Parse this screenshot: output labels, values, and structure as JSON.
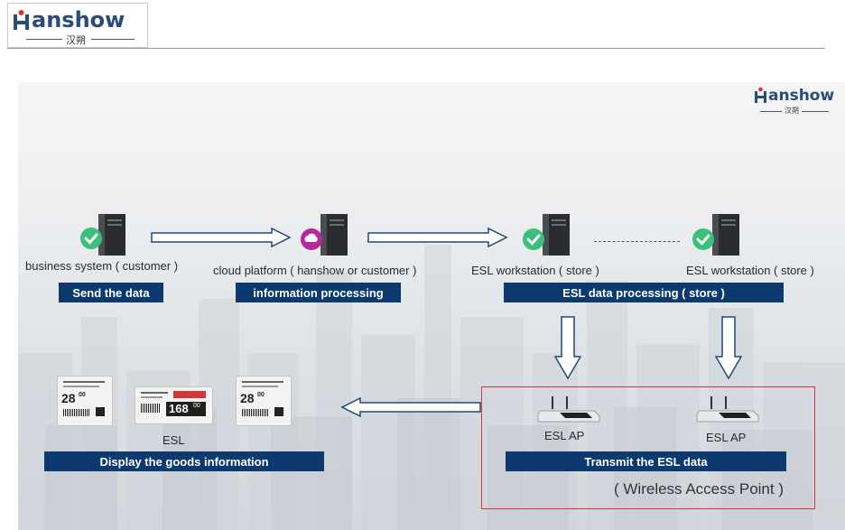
{
  "header": {
    "logo_word": "anshow",
    "logo_letter": "H",
    "logo_sub": "汉朔"
  },
  "slide": {
    "logo_word": "anshow",
    "logo_letter": "H",
    "logo_sub": "汉朔",
    "nodes": {
      "business": "business system ( customer )",
      "cloud": "cloud platform ( hanshow or customer )",
      "ws1": "ESL workstation ( store )",
      "ws2": "ESL workstation ( store )",
      "ap1": "ESL AP",
      "ap2": "ESL AP",
      "esl": "ESL"
    },
    "bars": {
      "send": "Send the data",
      "info": "information processing",
      "esl_proc": "ESL data processing ( store )",
      "display": "Display the goods information",
      "transmit": "Transmit the ESL data"
    },
    "wap_note": "( Wireless Access Point )",
    "esl_tags": {
      "price_left": "28",
      "price_left_dec": "00",
      "price_mid": "168",
      "price_mid_dec": "00",
      "price_right": "28",
      "price_right_dec": "00"
    }
  }
}
